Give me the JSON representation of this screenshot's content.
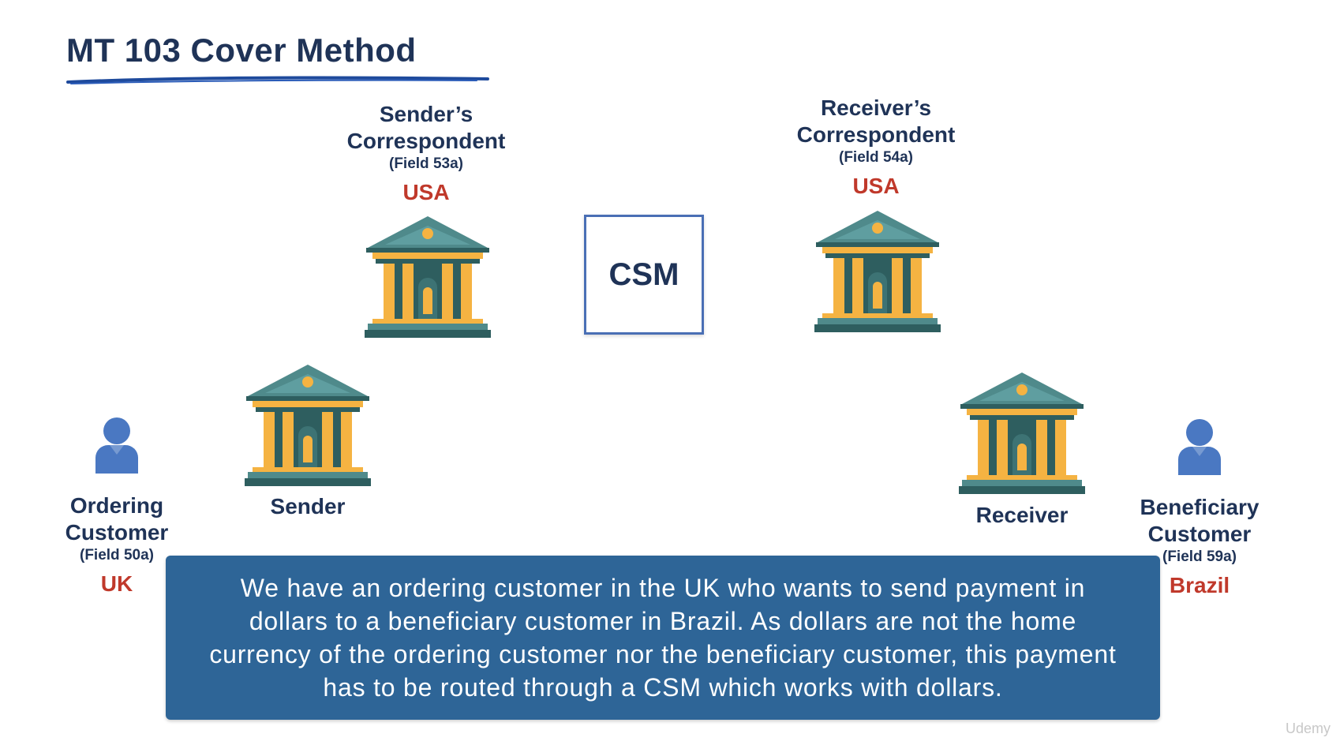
{
  "slide": {
    "title": "MT 103 Cover Method",
    "watermark": "Udemy"
  },
  "nodes": {
    "ordering_customer": {
      "name_line1": "Ordering",
      "name_line2": "Customer",
      "field": "(Field 50a)",
      "country": "UK",
      "icon": "person-icon"
    },
    "sender": {
      "name": "Sender",
      "icon": "bank-icon"
    },
    "senders_correspondent": {
      "name_line1": "Sender’s",
      "name_line2": "Correspondent",
      "field": "(Field 53a)",
      "country": "USA",
      "icon": "bank-icon"
    },
    "csm": {
      "label": "CSM"
    },
    "receivers_correspondent": {
      "name_line1": "Receiver’s",
      "name_line2": "Correspondent",
      "field": "(Field 54a)",
      "country": "USA",
      "icon": "bank-icon"
    },
    "receiver": {
      "name": "Receiver",
      "icon": "bank-icon"
    },
    "beneficiary_customer": {
      "name_line1": "Beneficiary",
      "name_line2": "Customer",
      "field": "(Field 59a)",
      "country": "Brazil",
      "icon": "person-icon"
    }
  },
  "caption": {
    "line1": "We have an ordering customer in the UK who wants to send payment in",
    "line2": "dollars to a beneficiary customer in Brazil. As dollars are not the home",
    "line3": "currency of the ordering customer nor the beneficiary customer, this payment",
    "line4": "has to be routed through a CSM which works with dollars."
  },
  "colors": {
    "title": "#1f3357",
    "country": "#c0392b",
    "caption_bg": "#2e6597",
    "bank_roof": "#4f8a8b",
    "bank_pillar": "#f5b342",
    "bank_dark": "#2e5e5f",
    "person": "#4a78c2"
  }
}
